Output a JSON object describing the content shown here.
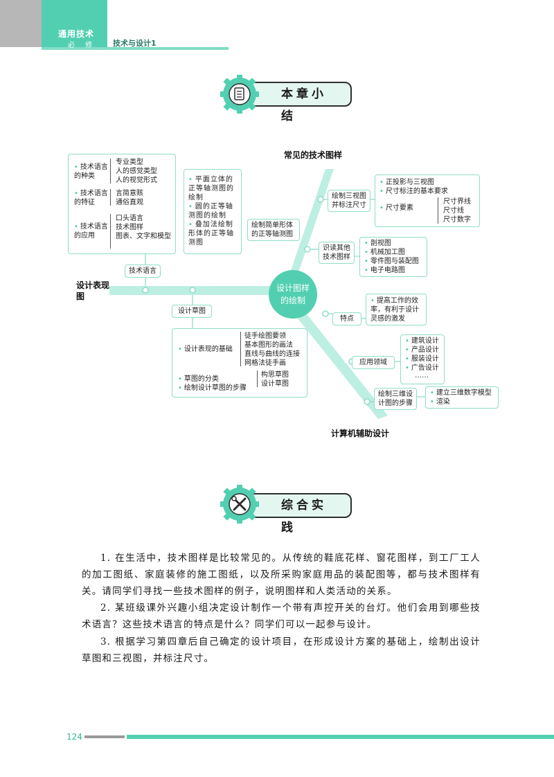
{
  "header": {
    "book_series": "通用技术",
    "volume": "必 修",
    "book_title": "技术与设计1"
  },
  "section1": {
    "title": "本章小结",
    "icon": "gear-document-icon"
  },
  "mindmap": {
    "center": "设计图样的绘制",
    "axis_top": "常见的技术图样",
    "axis_left": "设计表现图",
    "axis_bottom": "计算机辅助设计",
    "language": {
      "node": "技术语言",
      "types_label": "技术语言的种类",
      "types_items": [
        "专业类型",
        "人的感觉类型",
        "人的视觉形式"
      ],
      "features_label": "技术语言的特征",
      "features_items": [
        "言简意赅",
        "通俗直观"
      ],
      "apps_label": "技术语言的应用",
      "apps_items": [
        "口头语言",
        "技术图样",
        "图表、文字和模型"
      ]
    },
    "sketch": {
      "node": "设计草图",
      "basis_label": "设计表现的基础",
      "basis_items": [
        "徒手绘图要领",
        "基本图形的画法",
        "直线与曲线的连接",
        "网格法徒手画"
      ],
      "classify_label": "草图的分类",
      "steps_label": "绘制设计草图的步骤",
      "classify_items": [
        "构思草图",
        "设计草图"
      ]
    },
    "axonometric": {
      "node": "绘制简单形体的正等轴测图",
      "items": [
        "平面立体的正等轴测图的绘制",
        "圆的正等轴测图的绘制",
        "叠加法绘制形体的正等轴测图"
      ]
    },
    "threeview": {
      "node": "绘制三视图并标注尺寸",
      "items": [
        "正投影与三视图",
        "尺寸标注的基本要求"
      ],
      "elements_label": "尺寸要素",
      "elements_items": [
        "尺寸界线",
        "尺寸线",
        "尺寸数字"
      ]
    },
    "other": {
      "node": "识读其他技术图样",
      "items": [
        "剖视图",
        "机械加工图",
        "零件图与装配图",
        "电子电路图"
      ]
    },
    "cad_features": {
      "node": "特点",
      "text": "提高工作的效率，有利于设计灵感的激发"
    },
    "cad_fields": {
      "node": "应用领域",
      "items": [
        "建筑设计",
        "产品设计",
        "服装设计",
        "广告设计",
        "……"
      ]
    },
    "cad_steps": {
      "node": "绘制三维设计图的步骤",
      "items": [
        "建立三维数字模型",
        "渲染"
      ]
    }
  },
  "section2": {
    "title": "综合实践",
    "icon": "tools-icon"
  },
  "paragraphs": [
    "1. 在生活中，技术图样是比较常见的。从传统的鞋底花样、窗花图样，到工厂工人的加工图纸、家庭装修的施工图纸，以及所采购家庭用品的装配图等，都与技术图样有关。请同学们寻找一些技术图样的例子，说明图样和人类活动的关系。",
    "2. 某班级课外兴趣小组决定设计制作一个带有声控开关的台灯。他们会用到哪些技术语言？这些技术语言的特点是什么？同学们可以一起参与设计。",
    "3. 根据学习第四章后自己确定的设计项目，在形成设计方案的基础上，绘制出设计草图和三视图，并标注尺寸。"
  ],
  "footer": {
    "page_number": "124"
  },
  "colors": {
    "accent": "#52cfb1",
    "accent_light": "#bdeee2",
    "gray": "#b7b7b7"
  }
}
